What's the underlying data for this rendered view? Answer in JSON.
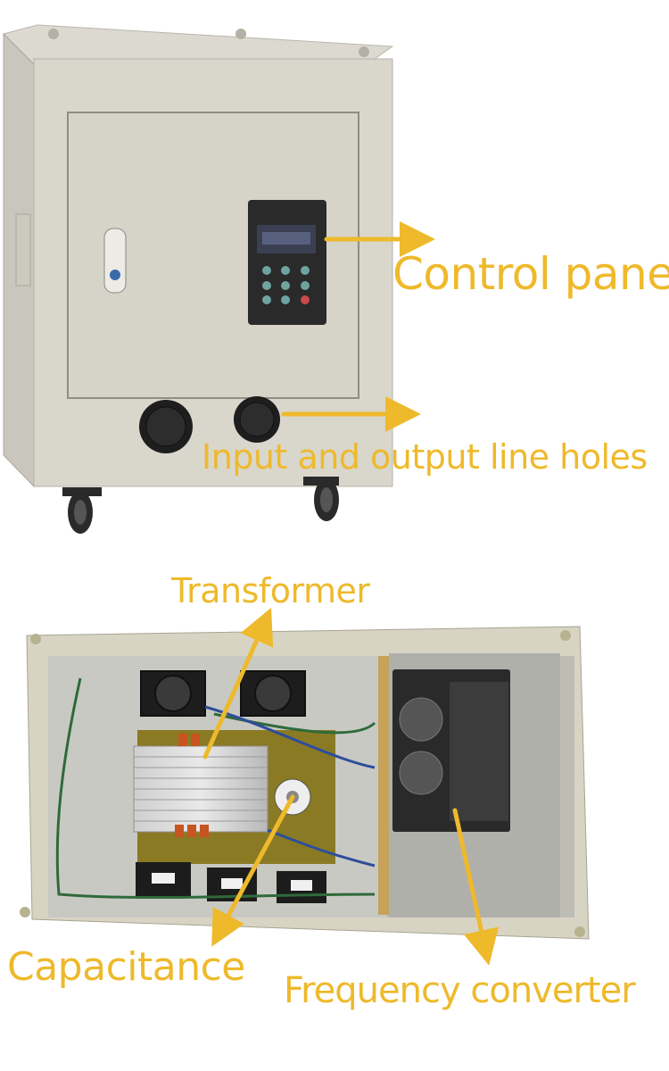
{
  "accent_color": "#eeb92b",
  "labels": {
    "control_panel": "Control panel",
    "line_holes": "Input and output line holes",
    "transformer": "Transformer",
    "capacitance": "Capacitance",
    "frequency_converter": "Frequency converter"
  }
}
